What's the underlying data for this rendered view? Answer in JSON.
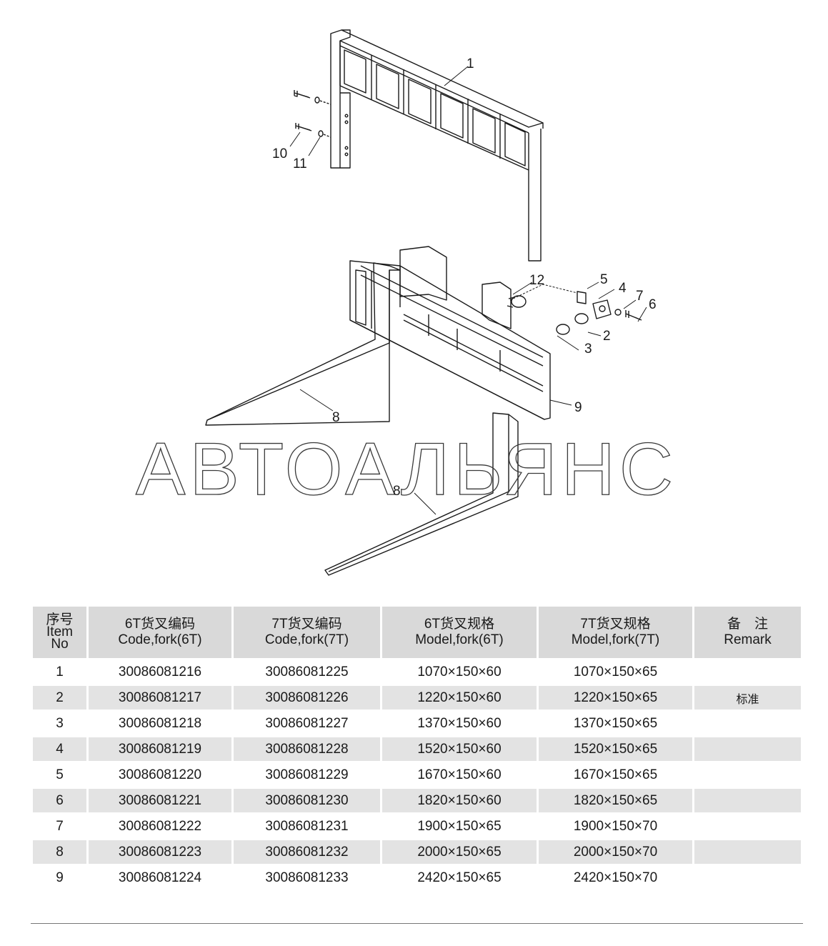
{
  "watermark": "АВТОАЛЬЯНС",
  "callouts": {
    "c1": "1",
    "c2": "2",
    "c3": "3",
    "c4": "4",
    "c5": "5",
    "c6": "6",
    "c7": "7",
    "c8a": "8",
    "c8b": "8",
    "c9": "9",
    "c10": "10",
    "c11": "11",
    "c12": "12"
  },
  "table": {
    "headers": {
      "no": [
        "序号",
        "Item",
        "No"
      ],
      "code6": [
        "6T货叉编码",
        "Code,fork(6T)"
      ],
      "code7": [
        "7T货叉编码",
        "Code,fork(7T)"
      ],
      "model6": [
        "6T货叉规格",
        "Model,fork(6T)"
      ],
      "model7": [
        "7T货叉规格",
        "Model,fork(7T)"
      ],
      "remark": [
        "备　注",
        "Remark"
      ]
    },
    "rows": [
      {
        "no": "1",
        "code6": "30086081216",
        "code7": "30086081225",
        "model6": "1070×150×60",
        "model7": "1070×150×65",
        "remark": ""
      },
      {
        "no": "2",
        "code6": "30086081217",
        "code7": "30086081226",
        "model6": "1220×150×60",
        "model7": "1220×150×65",
        "remark": "标准"
      },
      {
        "no": "3",
        "code6": "30086081218",
        "code7": "30086081227",
        "model6": "1370×150×60",
        "model7": "1370×150×65",
        "remark": ""
      },
      {
        "no": "4",
        "code6": "30086081219",
        "code7": "30086081228",
        "model6": "1520×150×60",
        "model7": "1520×150×65",
        "remark": ""
      },
      {
        "no": "5",
        "code6": "30086081220",
        "code7": "30086081229",
        "model6": "1670×150×60",
        "model7": "1670×150×65",
        "remark": ""
      },
      {
        "no": "6",
        "code6": "30086081221",
        "code7": "30086081230",
        "model6": "1820×150×60",
        "model7": "1820×150×65",
        "remark": ""
      },
      {
        "no": "7",
        "code6": "30086081222",
        "code7": "30086081231",
        "model6": "1900×150×65",
        "model7": "1900×150×70",
        "remark": ""
      },
      {
        "no": "8",
        "code6": "30086081223",
        "code7": "30086081232",
        "model6": "2000×150×65",
        "model7": "2000×150×70",
        "remark": ""
      },
      {
        "no": "9",
        "code6": "30086081224",
        "code7": "30086081233",
        "model6": "2420×150×65",
        "model7": "2420×150×70",
        "remark": ""
      }
    ]
  }
}
